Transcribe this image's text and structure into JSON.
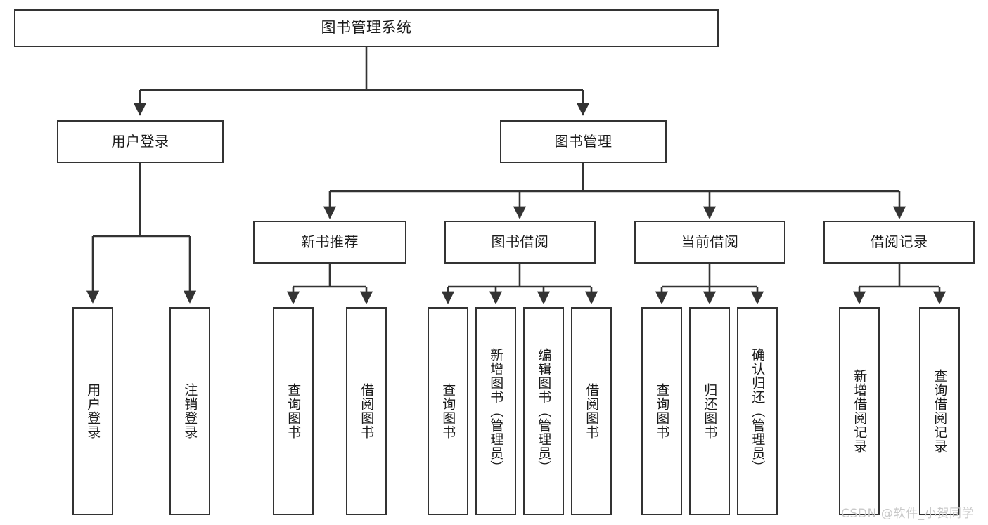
{
  "diagram": {
    "title": "图书管理系统",
    "type": "function-structure-tree",
    "colors": {
      "stroke": "#333333",
      "fill": "#ffffff",
      "text": "#1a1a1a",
      "watermark": "#c9c9c9"
    }
  },
  "root": {
    "label": "图书管理系统"
  },
  "level1": [
    {
      "label": "用户登录"
    },
    {
      "label": "图书管理"
    }
  ],
  "level2": [
    {
      "label": "新书推荐"
    },
    {
      "label": "图书借阅"
    },
    {
      "label": "当前借阅"
    },
    {
      "label": "借阅记录"
    }
  ],
  "leaves": {
    "user_login": [
      {
        "label": "用户登录"
      },
      {
        "label": "注销登录"
      }
    ],
    "new_book": [
      {
        "label": "查询图书"
      },
      {
        "label": "借阅图书"
      }
    ],
    "book_borrow": [
      {
        "label": "查询图书"
      },
      {
        "label": "新增图书（管理员）"
      },
      {
        "label": "编辑图书（管理员）"
      },
      {
        "label": "借阅图书"
      }
    ],
    "current_borrow": [
      {
        "label": "查询图书"
      },
      {
        "label": "归还图书"
      },
      {
        "label": "确认归还（管理员）"
      }
    ],
    "borrow_record": [
      {
        "label": "新增借阅记录"
      },
      {
        "label": "查询借阅记录"
      }
    ]
  },
  "watermark": {
    "text": "CSDN @软件_小贺同学"
  }
}
